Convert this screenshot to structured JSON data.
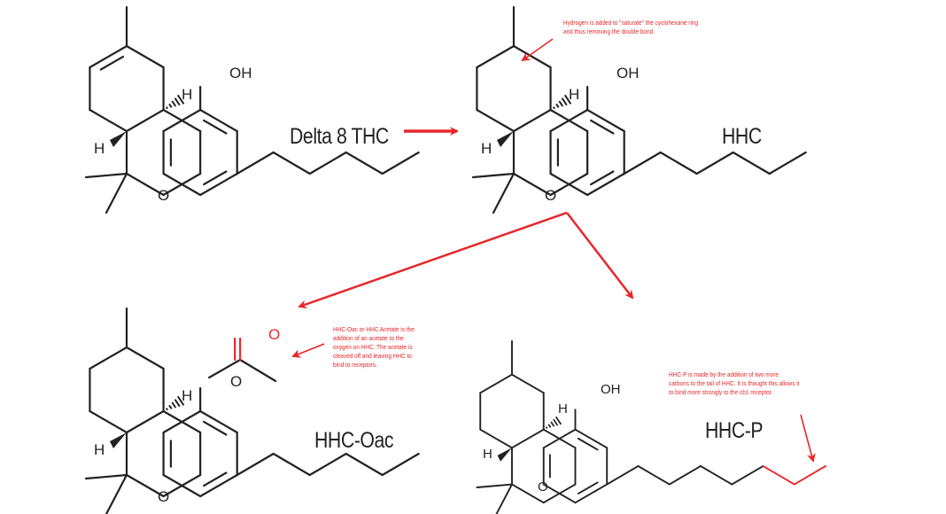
{
  "molecules": [
    {
      "name": "Delta 8 THC",
      "atoms": {
        "oh": "OH",
        "o": "O",
        "h1": "H",
        "h2": "H"
      }
    },
    {
      "name": "HHC",
      "atoms": {
        "oh": "OH",
        "o": "O",
        "h1": "H",
        "h2": "H"
      }
    },
    {
      "name": "HHC-Oac",
      "atoms": {
        "o_ester": "O",
        "o_carbonyl": "O",
        "o": "O",
        "h1": "H",
        "h2": "H"
      }
    },
    {
      "name": "HHC-P",
      "atoms": {
        "oh": "OH",
        "o": "O",
        "h1": "H",
        "h2": "H"
      }
    }
  ],
  "notes": {
    "hhc": "Hydrogen is added to \"saturate\" the cyclohexane ring and thus removing the double bond.",
    "hhc_oac": "HHC-Oac or HHC Acetate is the addition of an acetate to the oxygen on HHC.  The acetate is cleaved off and leaving HHC to bind to receptors.",
    "hhc_p": "HHC-P is made by the addition of two more carbons to the tail of HHC.  It is thought this allows it to bind more strongly to the cb1 receptor."
  },
  "colors": {
    "bond": "#222222",
    "accent": "#e8262b"
  }
}
